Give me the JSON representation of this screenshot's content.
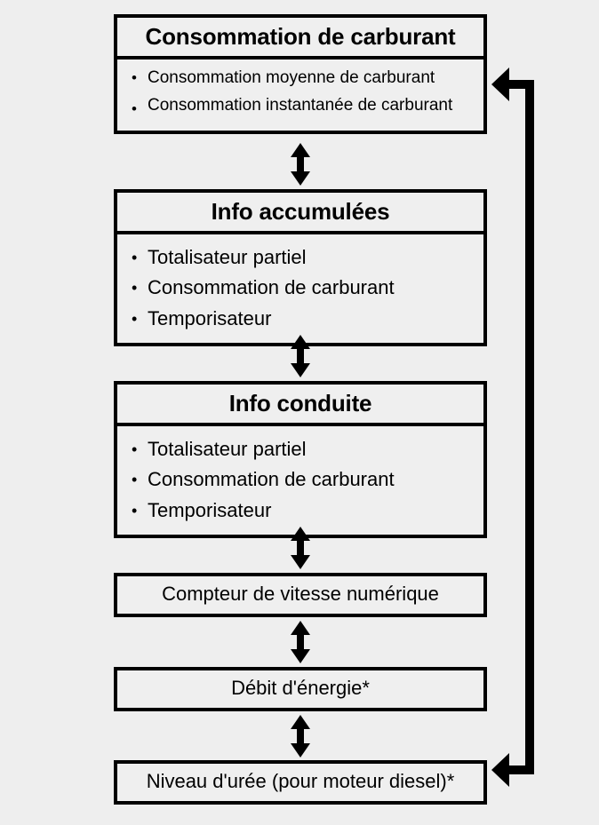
{
  "diagram": {
    "title": "Consommation de carburant",
    "background_color": "#eeeeee",
    "box_fill_color": "#efefef",
    "line_color": "#000000",
    "nodes": [
      {
        "id": "fuel-consumption",
        "header": "Consommation de carburant",
        "items": [
          "Consommation moyenne de carburant",
          "Consommation instantanée de carburant"
        ]
      },
      {
        "id": "accumulated-info",
        "header": "Info accumulées",
        "items": [
          "Totalisateur partiel",
          "Consommation de carburant",
          "Temporisateur"
        ]
      },
      {
        "id": "driving-info",
        "header": "Info conduite",
        "items": [
          "Totalisateur partiel",
          "Consommation de carburant",
          "Temporisateur"
        ]
      },
      {
        "id": "digital-speedometer",
        "label": "Compteur de vitesse numérique"
      },
      {
        "id": "energy-flow",
        "label": "Débit d'énergie*"
      },
      {
        "id": "urea-level",
        "label": "Niveau d'urée (pour moteur diesel)*"
      }
    ],
    "connectors": {
      "bidirectional_label": "double-arrow",
      "feedback_label": "feedback-loop"
    }
  }
}
